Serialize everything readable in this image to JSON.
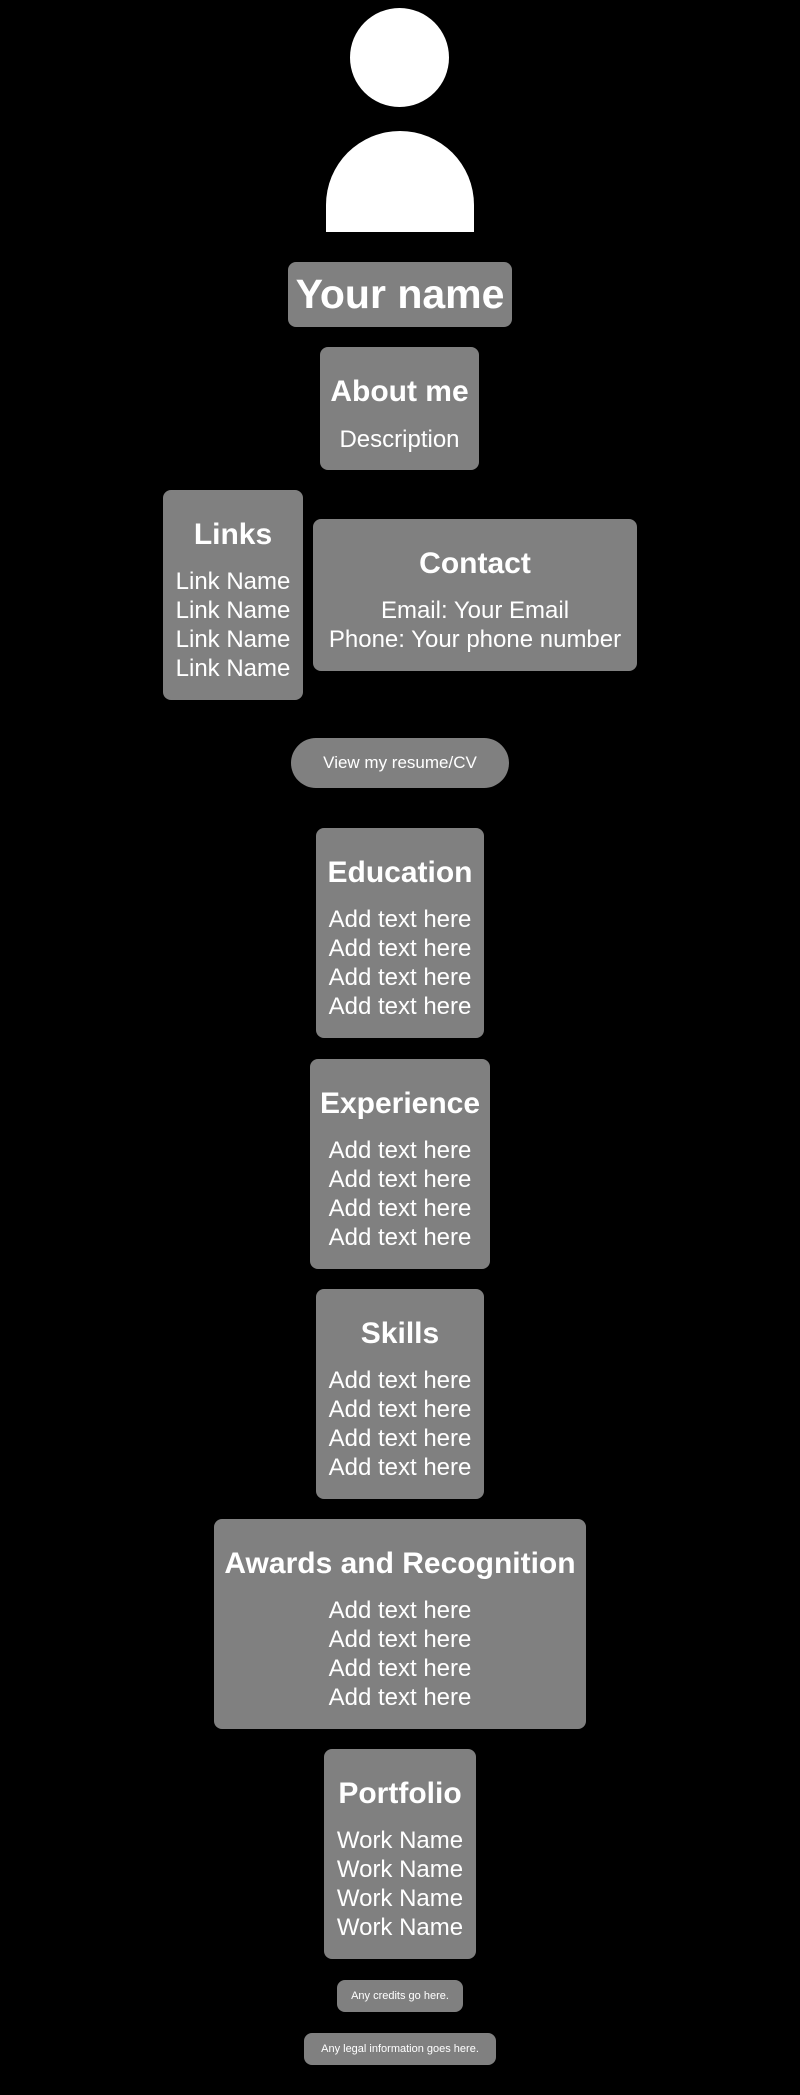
{
  "header": {
    "name": "Your name"
  },
  "about": {
    "title": "About me",
    "description": "Description"
  },
  "links": {
    "title": "Links",
    "items": [
      "Link Name",
      "Link Name",
      "Link Name",
      "Link Name"
    ]
  },
  "contact": {
    "title": "Contact",
    "email": "Email: Your Email",
    "phone": "Phone: Your phone number"
  },
  "resume_button": {
    "label": "View my resume/CV"
  },
  "education": {
    "title": "Education",
    "items": [
      "Add text here",
      "Add text here",
      "Add text here",
      "Add text here"
    ]
  },
  "experience": {
    "title": "Experience",
    "items": [
      "Add text here",
      "Add text here",
      "Add text here",
      "Add text here"
    ]
  },
  "skills": {
    "title": "Skills",
    "items": [
      "Add text here",
      "Add text here",
      "Add text here",
      "Add text here"
    ]
  },
  "awards": {
    "title": "Awards and Recognition",
    "items": [
      "Add text here",
      "Add text here",
      "Add text here",
      "Add text here"
    ]
  },
  "portfolio": {
    "title": "Portfolio",
    "items": [
      "Work Name",
      "Work Name",
      "Work Name",
      "Work Name"
    ]
  },
  "footer": {
    "credits": "Any credits go here.",
    "legal": "Any legal information goes here."
  }
}
